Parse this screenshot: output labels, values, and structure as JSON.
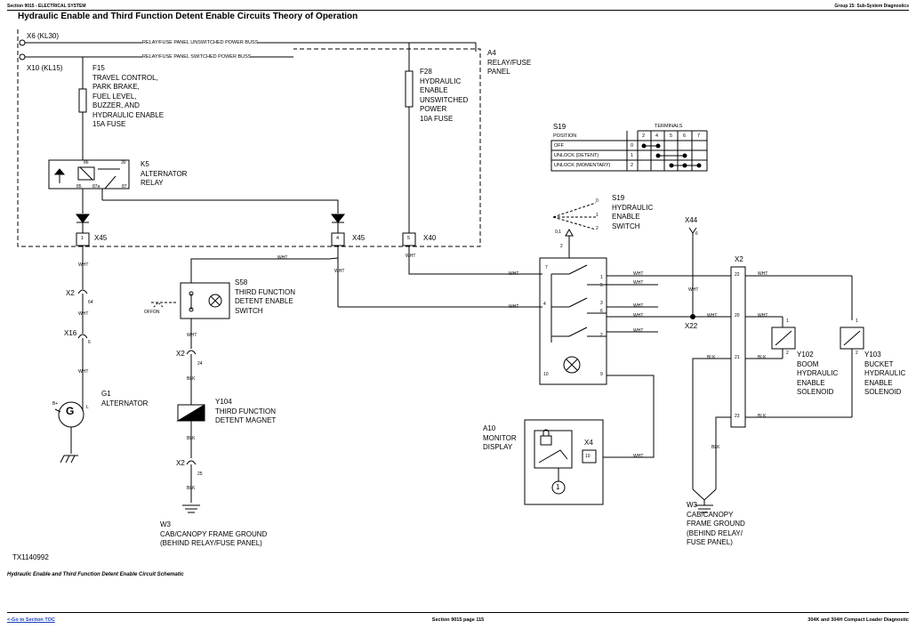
{
  "header": {
    "left": "Section 9015 - ELECTRICAL SYSTEM",
    "right": "Group 15: Sub-System Diagnostics",
    "title": "Hydraulic Enable and Third Function Detent Enable Circuits Theory of Operation"
  },
  "caption": "Hydraulic Enable and Third Function Detent Enable Circuit Schematic",
  "footer": {
    "link": "<-Go to Section TOC",
    "page": "Section 9015 page 115",
    "model": "304K and 304H Compact Loader Diagnostic"
  },
  "figure_id": "TX1140992",
  "buses": {
    "x6": "X6 (KL30)",
    "x10": "X10 (KL15)",
    "unswitched": "RELAY/FUSE PANEL UNSWITCHED POWER BUSS",
    "switched": "RELAY/FUSE PANEL SWITCHED POWER BUSS"
  },
  "a4": "A4\nRELAY/FUSE\nPANEL",
  "f15": "F15\nTRAVEL CONTROL,\nPARK BRAKE,\nFUEL LEVEL,\nBUZZER, AND\nHYDRAULIC ENABLE\n15A FUSE",
  "f28": "F28\nHYDRAULIC\nENABLE\nUNSWITCHED\nPOWER\n10A FUSE",
  "k5": "K5\nALTERNATOR\nRELAY",
  "relay_pins": [
    "86",
    "30",
    "85",
    "87a",
    "87"
  ],
  "connectors": {
    "x45": "X45",
    "x40": "X40",
    "pin1": "1",
    "pin4": "4",
    "pin5": "5",
    "x2": "X2",
    "x16": "X16",
    "x22": "X22",
    "x44": "X44",
    "x4": "X4",
    "x2_64": "64",
    "x16_6": "6",
    "x2_24": "24",
    "x2_25": "25",
    "x44_6": "6",
    "x4_10": "10"
  },
  "wires": {
    "wht": "WHT",
    "blk": "BLK"
  },
  "g1": "G1\nALTERNATOR",
  "g1_symbol": "G",
  "g1_pins": {
    "b": "B+",
    "l": "L"
  },
  "s58": "S58\nTHIRD FUNCTION\nDETENT ENABLE\nSWITCH",
  "s58_pos": {
    "off": "OFF",
    "on": "ON"
  },
  "y104": "Y104\nTHIRD FUNCTION\nDETENT MAGNET",
  "w3_left": "W3\nCAB/CANOPY FRAME GROUND\n(BEHIND RELAY/FUSE PANEL)",
  "w3_right": "W3\nCAB/CANOPY\nFRAME GROUND\n(BEHIND RELAY/\nFUSE PANEL)",
  "s19": "S19\nHYDRAULIC\nENABLE\nSWITCH",
  "s19_positions": {
    "p0": "0",
    "p1": "1",
    "p2": "2",
    "p01": "0,1",
    "p2b": "2"
  },
  "s19_pins": [
    "7",
    "5",
    "4",
    "6",
    "2",
    "1",
    "3",
    "10",
    "9"
  ],
  "s19_table": {
    "title": "S19",
    "pos_header": "POSITION",
    "terminals_header": "TERMINALS",
    "terminals": [
      "2",
      "4",
      "5",
      "6",
      "7"
    ],
    "rows": [
      {
        "label": "OFF",
        "num": "0"
      },
      {
        "label": "UNLOCK (DETENT)",
        "num": "1"
      },
      {
        "label": "UNLOCK (MOMENTARY)",
        "num": "2"
      }
    ]
  },
  "x2_pins": [
    "22",
    "20",
    "21",
    "23"
  ],
  "y102": "Y102\nBOOM\nHYDRAULIC\nENABLE\nSOLENOID",
  "y103": "Y103\nBUCKET\nHYDRAULIC\nENABLE\nSOLENOID",
  "sol_pins": [
    "1",
    "2"
  ],
  "a10": "A10\nMONITOR\nDISPLAY",
  "a10_callout": "1"
}
